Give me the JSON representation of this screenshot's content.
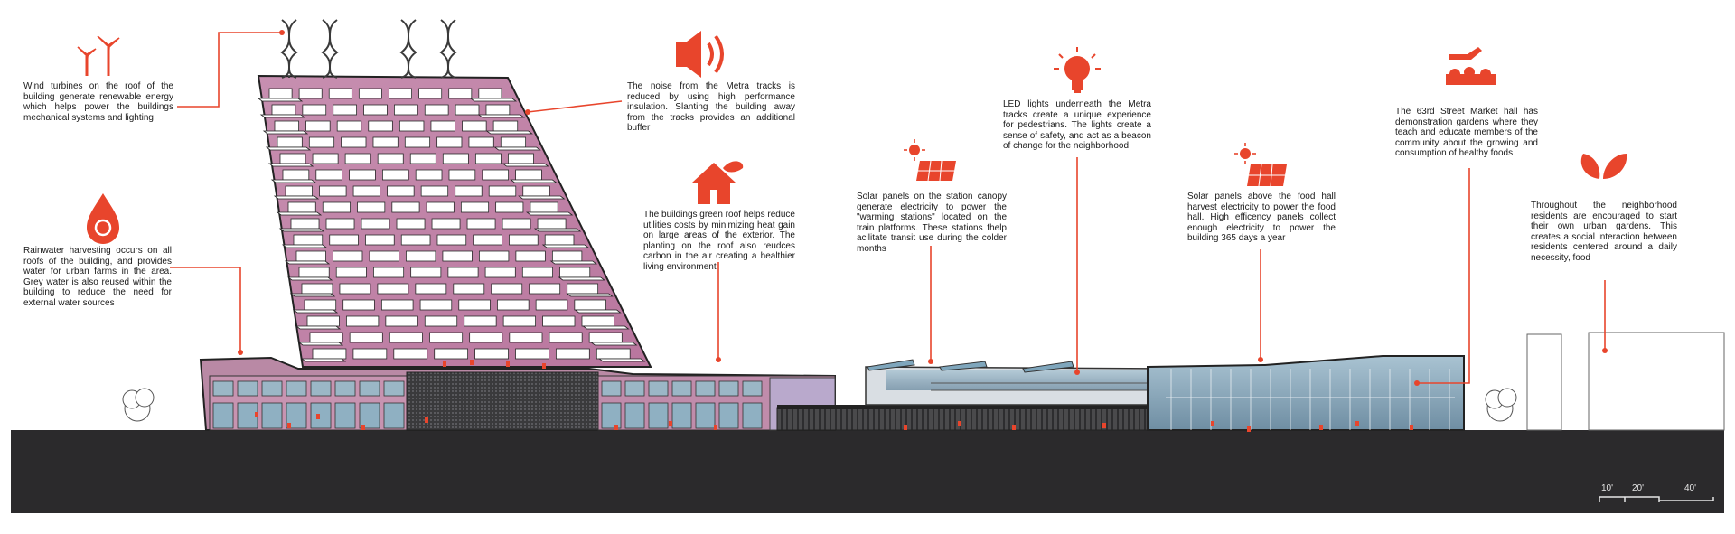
{
  "annotations": {
    "wind": "Wind turbines on the roof of the building generate renewable energy which helps power the buildings mechanical systems and lighting",
    "noise": "The noise from the Metra tracks is reduced by using high performance insulation. Slanting the building away from the tracks provides an additional buffer",
    "rain": "Rainwater harvesting occurs on all roofs of the building, and provides water for urban farms in the area. Grey water is also reused within the building to reduce the need for external water sources",
    "green_roof": "The buildings green roof helps reduce utilities costs by minimizing heat gain on large areas of the exterior. The planting on the roof also reudces carbon in the air creating a healthier living environment",
    "solar_station": "Solar panels on the station canopy generate electricity to power the \"warming stations\" located on the train platforms. These stations fhelp acilitate transit use during the colder months",
    "led": "LED lights underneath the Metra tracks create a unique experience for pedestrians. The lights create a sense of safety, and act as a beacon of change for the neighborhood",
    "solar_food": "Solar panels above the food hall harvest electricity to power the food hall. High efficency panels collect enough electricity to power the building 365 days a year",
    "market": "The 63rd Street Market hall has demonstration gardens where they teach and educate members of the community about the growing and consumption of healthy foods",
    "residents": "Throughout the neighborhood residents are encouraged to start their own urban gardens. This creates a social interaction between residents centered around a daily necessity, food"
  },
  "scale_bar": {
    "labels": [
      "10'",
      "20'",
      "40'"
    ]
  },
  "icons": [
    "wind-turbine-icon",
    "speaker-icon",
    "water-drop-icon",
    "house-leaf-icon",
    "solar-panel-icon",
    "lightbulb-icon",
    "garden-watering-icon",
    "leaf-icon"
  ],
  "colors": {
    "accent": "#e8452c",
    "ground": "#2b2a2c",
    "facade": "#c68aa8",
    "glass": "#8fb2c4"
  }
}
